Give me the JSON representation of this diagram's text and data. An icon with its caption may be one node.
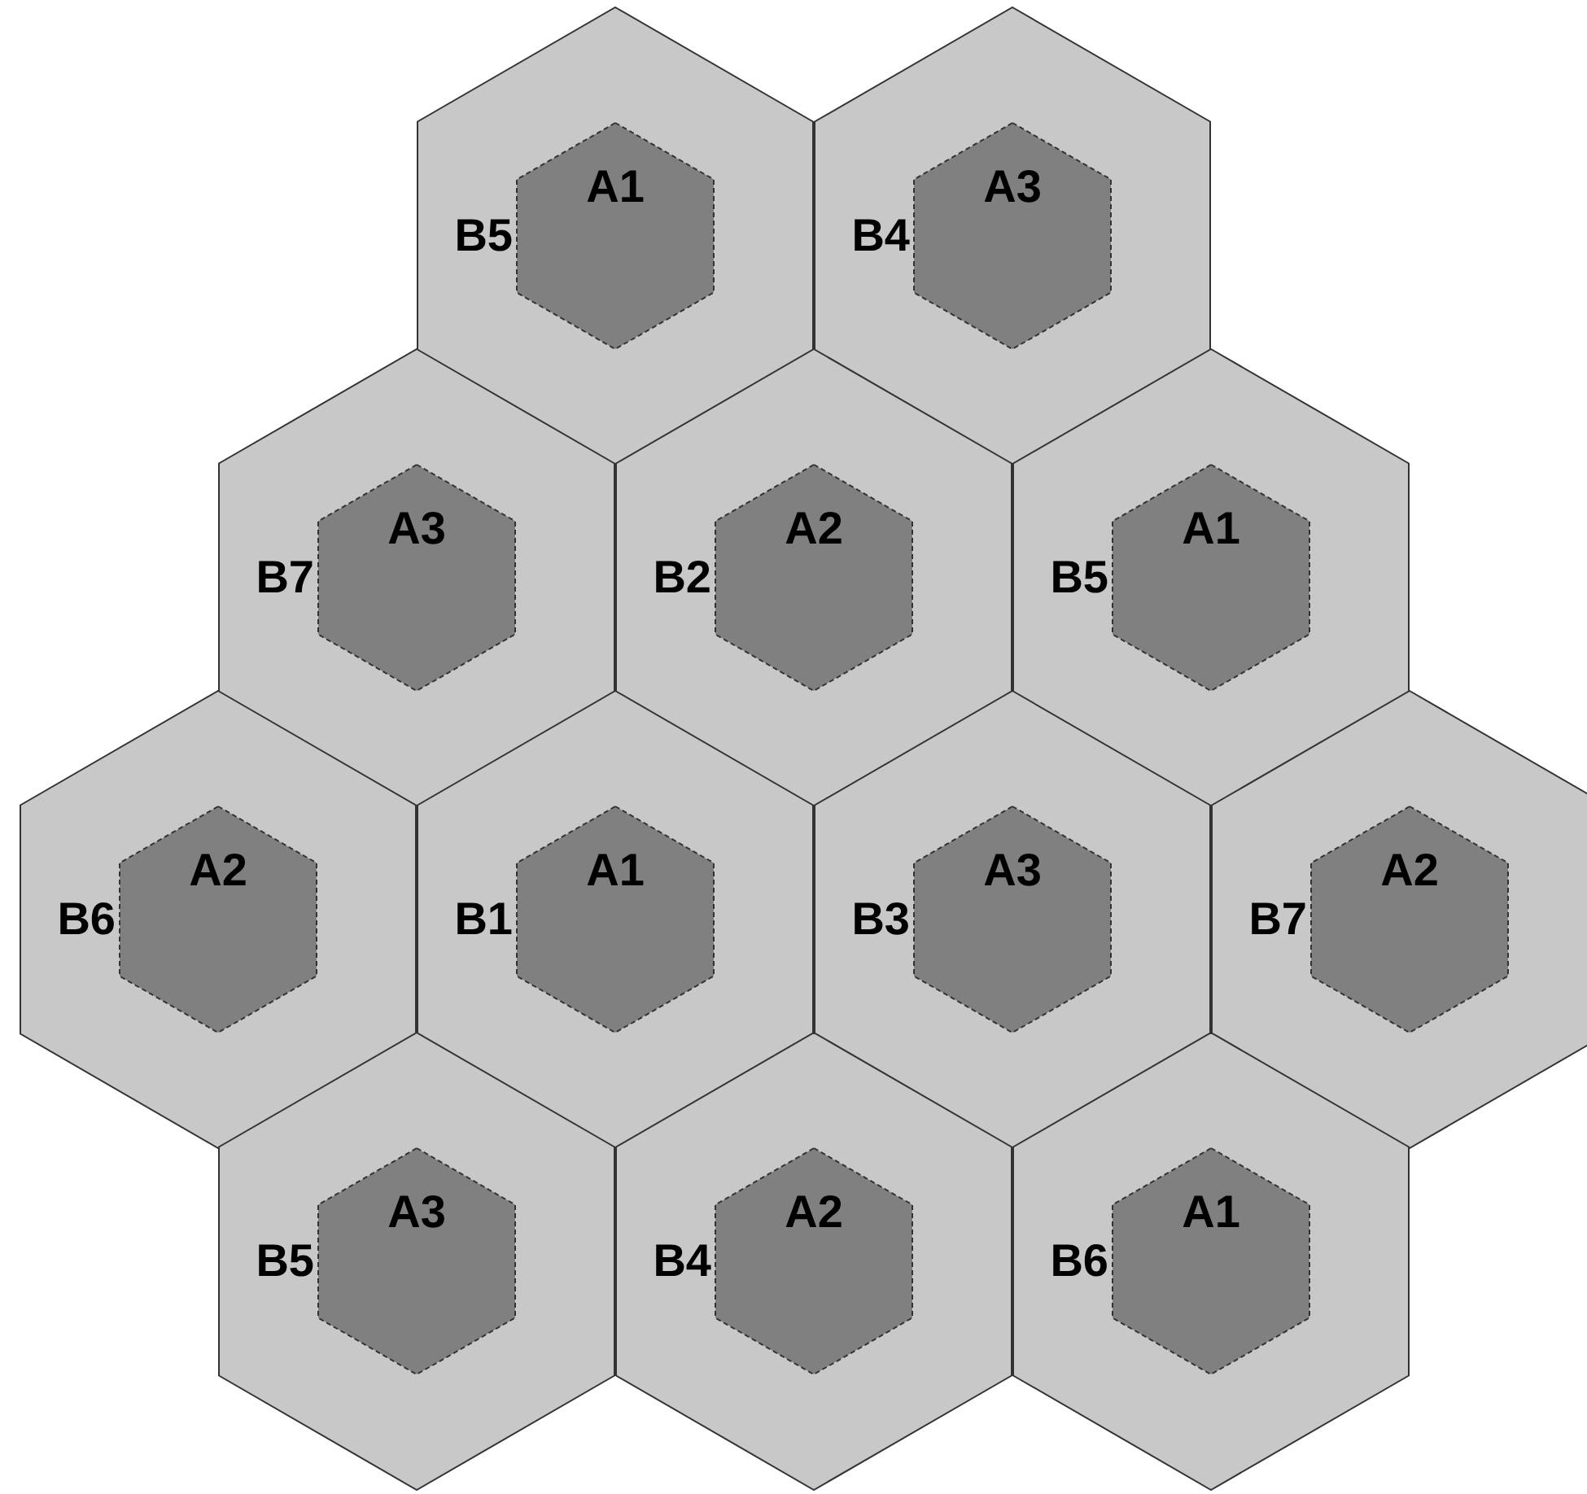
{
  "diagram": {
    "nodes": [
      {
        "text": [
          "B5"
        ]
      },
      {
        "text": [
          "A1"
        ],
        "in": 0
      },
      {
        "text": [
          "B4"
        ]
      },
      {
        "text": [
          "A3"
        ],
        "in": 2
      },
      {
        "text": [
          "B7"
        ]
      },
      {
        "text": [
          "A3"
        ],
        "in": 4
      },
      {
        "text": [
          "B2"
        ]
      },
      {
        "text": [
          "A2"
        ],
        "in": 6
      },
      {
        "text": [
          "B5"
        ]
      },
      {
        "text": [
          "A1"
        ],
        "in": 8
      },
      {
        "text": [
          "B6"
        ]
      },
      {
        "text": [
          "A2"
        ],
        "in": 10
      },
      {
        "text": [
          "B1"
        ]
      },
      {
        "text": [
          "A1"
        ],
        "in": 12
      },
      {
        "text": [
          "B3"
        ]
      },
      {
        "text": [
          "A3"
        ],
        "in": 14
      },
      {
        "text": [
          "B7"
        ]
      },
      {
        "text": [
          "A2"
        ],
        "in": 16
      },
      {
        "text": [
          "B5"
        ]
      },
      {
        "text": [
          "A3"
        ],
        "in": 18
      },
      {
        "text": [
          "B4"
        ]
      },
      {
        "text": [
          "A2"
        ],
        "in": 20
      },
      {
        "text": [
          "B6"
        ]
      },
      {
        "text": [
          "A1"
        ],
        "in": 22
      }
    ]
  }
}
